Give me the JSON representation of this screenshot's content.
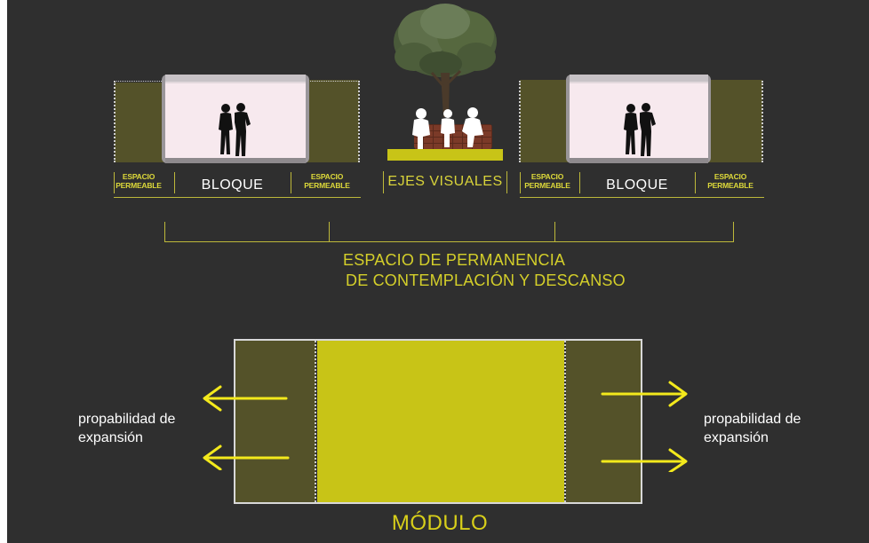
{
  "top_labels": {
    "espacio_permeable_line1": "ESPACIO",
    "espacio_permeable_line2": "PERMEABLE",
    "bloque": "BLOQUE",
    "ejes_visuales": "EJES VISUALES"
  },
  "permanencia": {
    "line1": "ESPACIO DE PERMANENCIA",
    "line2": "DE  CONTEMPLACIÓN Y DESCANSO"
  },
  "expansion": {
    "line1": "propabilidad de",
    "line2": "expansión"
  },
  "modulo_title": "MÓDULO",
  "colors": {
    "background": "#2f2f2f",
    "olive": "#545229",
    "accent_yellow": "#c8c417",
    "text_yellow": "#d4cf2a",
    "arrow_yellow": "#f3e91c"
  }
}
